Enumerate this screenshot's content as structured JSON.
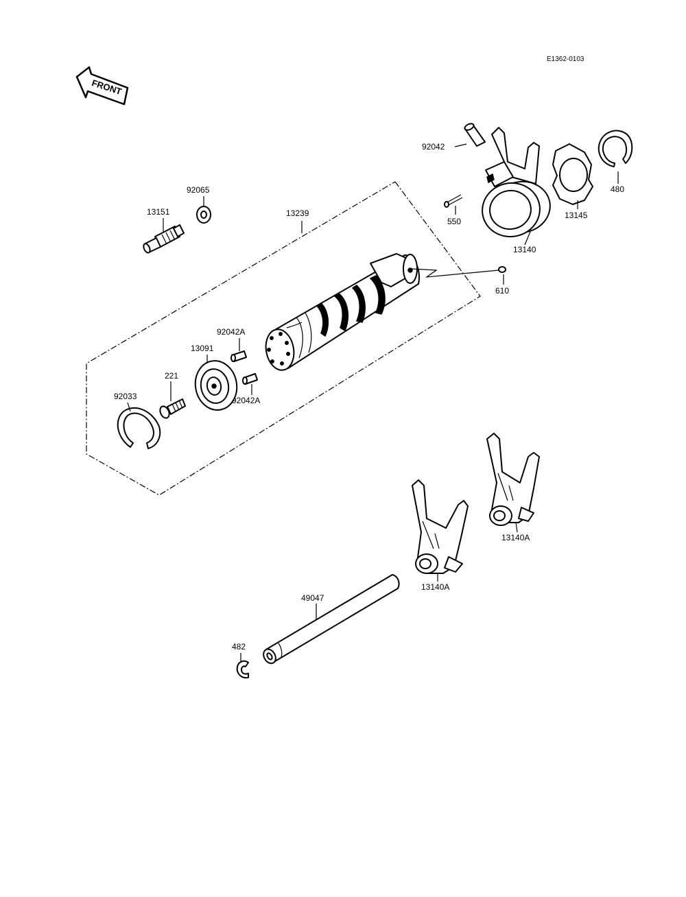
{
  "diagram": {
    "code": "E1362-0103",
    "front_label": "FRONT",
    "labels": {
      "p92042": "92042",
      "p92065": "92065",
      "p13151": "13151",
      "p13239": "13239",
      "p550": "550",
      "p13145": "13145",
      "p480": "480",
      "p13140": "13140",
      "p610": "610",
      "p92042A_top": "92042A",
      "p13091": "13091",
      "p221": "221",
      "p92033": "92033",
      "p92042A_bottom": "92042A",
      "p13140A_right": "13140A",
      "p13140A_left": "13140A",
      "p49047": "49047",
      "p482": "482"
    }
  }
}
